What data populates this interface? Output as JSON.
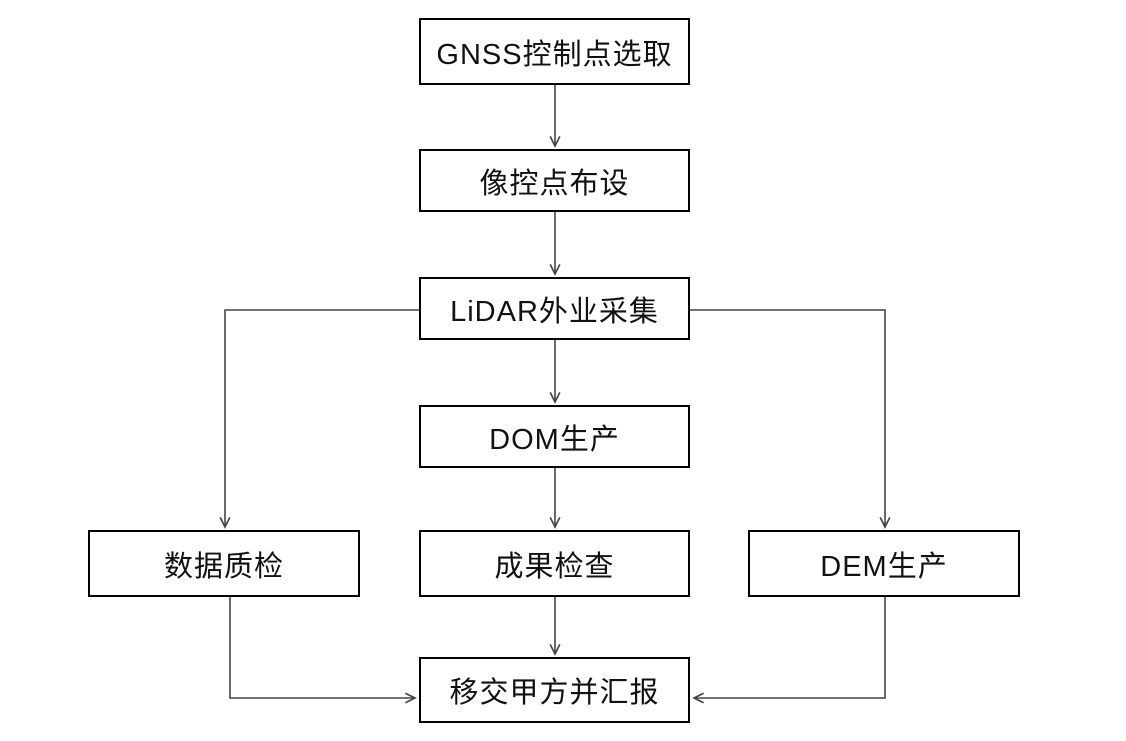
{
  "diagram": {
    "type": "flowchart",
    "background_color": "#ffffff",
    "box_border_color": "#000000",
    "line_color": "#454545",
    "nodes": {
      "gnss": {
        "label": "GNSS控制点选取"
      },
      "image_control": {
        "label": "像控点布设"
      },
      "lidar": {
        "label": "LiDAR外业采集"
      },
      "dom": {
        "label": "DOM生产"
      },
      "data_qc": {
        "label": "数据质检"
      },
      "result_check": {
        "label": "成果检查"
      },
      "dem": {
        "label": "DEM生产"
      },
      "handover": {
        "label": "移交甲方并汇报"
      }
    },
    "edges": [
      {
        "from": "gnss",
        "to": "image_control"
      },
      {
        "from": "image_control",
        "to": "lidar"
      },
      {
        "from": "lidar",
        "to": "dom"
      },
      {
        "from": "lidar",
        "to": "data_qc"
      },
      {
        "from": "lidar",
        "to": "dem"
      },
      {
        "from": "dom",
        "to": "result_check"
      },
      {
        "from": "result_check",
        "to": "handover"
      },
      {
        "from": "data_qc",
        "to": "handover"
      },
      {
        "from": "dem",
        "to": "handover"
      }
    ]
  }
}
